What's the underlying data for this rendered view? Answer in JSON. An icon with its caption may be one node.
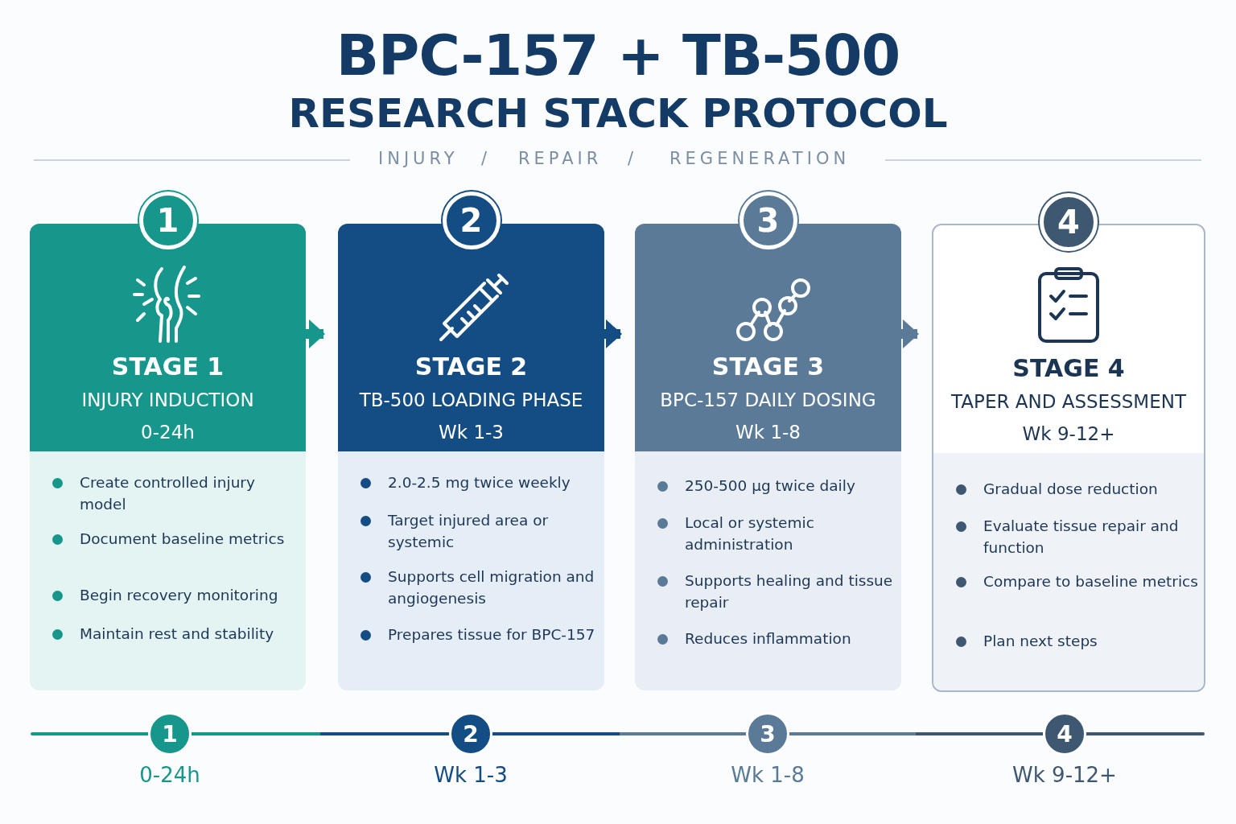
{
  "diagram": {
    "title": "BPC-157 + TB-500",
    "nodes": [
      {
        "text": [
          "1",
          "STAGE 1",
          "INJURY INDUCTION",
          "0-24h",
          "Create controlled injury model",
          "Document baseline metrics",
          "Begin recovery monitoring",
          "Maintain rest and stability"
        ]
      },
      {
        "text": [
          "2",
          "STAGE 2",
          "TB-500 LOADING PHASE",
          "Wk 1-3",
          "2.0-2.5 mg twice weekly",
          "Target injured area or systemic",
          "Supports cell migration and angiogenesis",
          "Prepares tissue for BPC-157"
        ]
      },
      {
        "text": [
          "3",
          "STAGE 3",
          "BPC-157 DAILY DOSING",
          "Wk 1-8",
          "250-500 µg twice daily",
          "Local or systemic administration",
          "Supports healing and tissue repair",
          "Reduces inflammation"
        ]
      },
      {
        "text": [
          "4",
          "STAGE 4",
          "TAPER AND ASSESSMENT",
          "Wk 9-12+",
          "Gradual dose reduction",
          "Evaluate tissue repair and function",
          "Compare to baseline metrics",
          "Plan next steps"
        ]
      },
      {
        "text": [
          "1"
        ],
        "beside": [
          "0-24h"
        ]
      },
      {
        "text": [
          "2"
        ],
        "beside": [
          "Wk 1-3"
        ]
      },
      {
        "text": [
          "3"
        ],
        "beside": [
          "Wk 1-8"
        ]
      },
      {
        "text": [
          "4"
        ],
        "beside": [
          "Wk 9-12+"
        ]
      }
    ],
    "edges": [
      {
        "from": 0,
        "to": 1,
        "arrow": "to"
      },
      {
        "from": 1,
        "to": 2,
        "arrow": "to"
      },
      {
        "from": 2,
        "to": 3,
        "arrow": "to"
      },
      {
        "from": 4,
        "to": 5,
        "arrow": "none"
      },
      {
        "from": 5,
        "to": 6,
        "arrow": "none"
      },
      {
        "from": 6,
        "to": 7,
        "arrow": "none"
      }
    ],
    "labels": [
      "RESEARCH STACK PROTOCOL",
      "INJURY",
      "/",
      "REPAIR",
      "/",
      "REGENERATION"
    ]
  }
}
